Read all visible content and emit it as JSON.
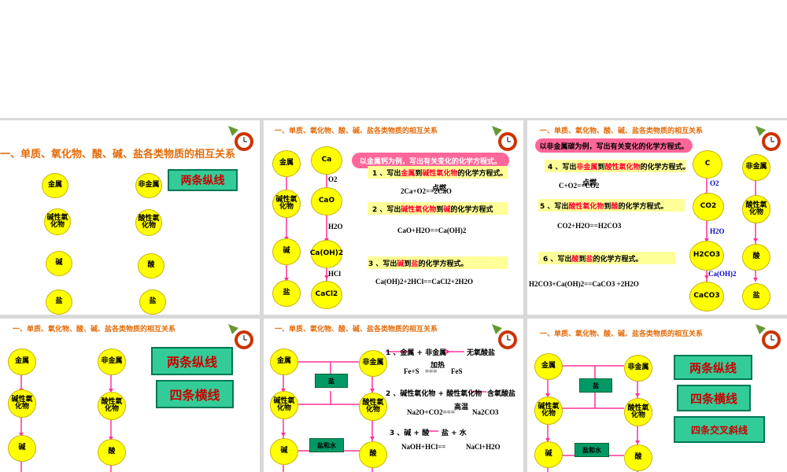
{
  "header": "一、单质、氧化物、酸、碱、盐各类物质的相互关系",
  "nodes": {
    "metal": "金属",
    "nonmetal": "非金属",
    "basic_oxide": "碱性氧化物",
    "acidic_oxide": "酸性氧化物",
    "base": "碱",
    "acid": "酸",
    "salt": "盐"
  },
  "banners": {
    "two_vertical": "两条纵线",
    "four_horizontal": "四条横线",
    "four_cross": "四条交叉斜线"
  },
  "slide2": {
    "chain": [
      "Ca",
      "CaO",
      "Ca(OH)2",
      "CaCl2"
    ],
    "reagents": [
      "O2",
      "H2O",
      "HCl"
    ],
    "intro": "以金属钙为例，写出有关变化的化学方程式。",
    "q1_prefix": "1 、写出",
    "q1_a": "金属",
    "q1_mid": "到",
    "q1_b": "碱性氧化物",
    "q1_suffix": "的化学方程式。",
    "q1_cond": "点燃",
    "q1_eq": "2Ca+O2==2CaO",
    "q2_prefix": "2 、写出",
    "q2_a": "碱性氧化物",
    "q2_mid": "到",
    "q2_b": "碱",
    "q2_suffix": "的化学方程式",
    "q2_eq": "CaO+H2O==Ca(OH)2",
    "q3_prefix": "3 、写出",
    "q3_a": "碱",
    "q3_mid": "到",
    "q3_b": "盐",
    "q3_suffix": "的化学方程式。",
    "q3_eq": "Ca(OH)2+2HCl==CaCl2+2H2O"
  },
  "slide3": {
    "chain": [
      "C",
      "CO2",
      "H2CO3",
      "CaCO3"
    ],
    "reagents": [
      "O2",
      "H2O",
      "Ca(OH)2"
    ],
    "intro": "以非金属碳为例，写出有关变化的化学方程式。",
    "q4_prefix": "4 、写出",
    "q4_a": "非金属",
    "q4_mid": "到",
    "q4_b": "酸性氧化物",
    "q4_suffix": "的化学方程式。",
    "q4_cond": "点燃",
    "q4_eq": "C+O2==CO2",
    "q5_prefix": "5 、写出",
    "q5_a": "酸性氧化物",
    "q5_mid": "到",
    "q5_b": "酸",
    "q5_suffix": "的化学方程式。",
    "q5_eq": "CO2+H2O==H2CO3",
    "q6_prefix": "6 、写出",
    "q6_a": "酸",
    "q6_mid": "到",
    "q6_b": "盐",
    "q6_suffix": "的化学方程式。",
    "q6_eq": "H2CO3+Ca(OH)2==CaCO3 +2H2O"
  },
  "slide5": {
    "box_salt": "盐",
    "box_saltwater": "盐和水",
    "r1_label": "1 、金属 + 非金属",
    "r1_result": "无氧酸盐",
    "r1_cond": "加热",
    "r1_eq_left": "Fe+S",
    "r1_eq_sign": "===",
    "r1_eq_right": "FeS",
    "r2_label": "2 、碱性氧化物 + 酸性氧化物",
    "r2_result": "含氧酸盐",
    "r2_cond": "高温",
    "r2_eq_left": "Na2O+CO2===",
    "r2_eq_right": "Na2CO3",
    "r3_label": "3 、碱 + 酸",
    "r3_result": "盐 + 水",
    "r3_eq_left": "NaOH+HCl==",
    "r3_eq_right": "NaCl+H2O"
  },
  "slide6": {
    "box_salt": "盐",
    "box_saltwater": "盐和水"
  },
  "colors": {
    "title": "#e36c0a",
    "node": "#ffff00",
    "arrow": "#ff3399",
    "banner": "#33cc99",
    "pill": "#ff6699"
  }
}
